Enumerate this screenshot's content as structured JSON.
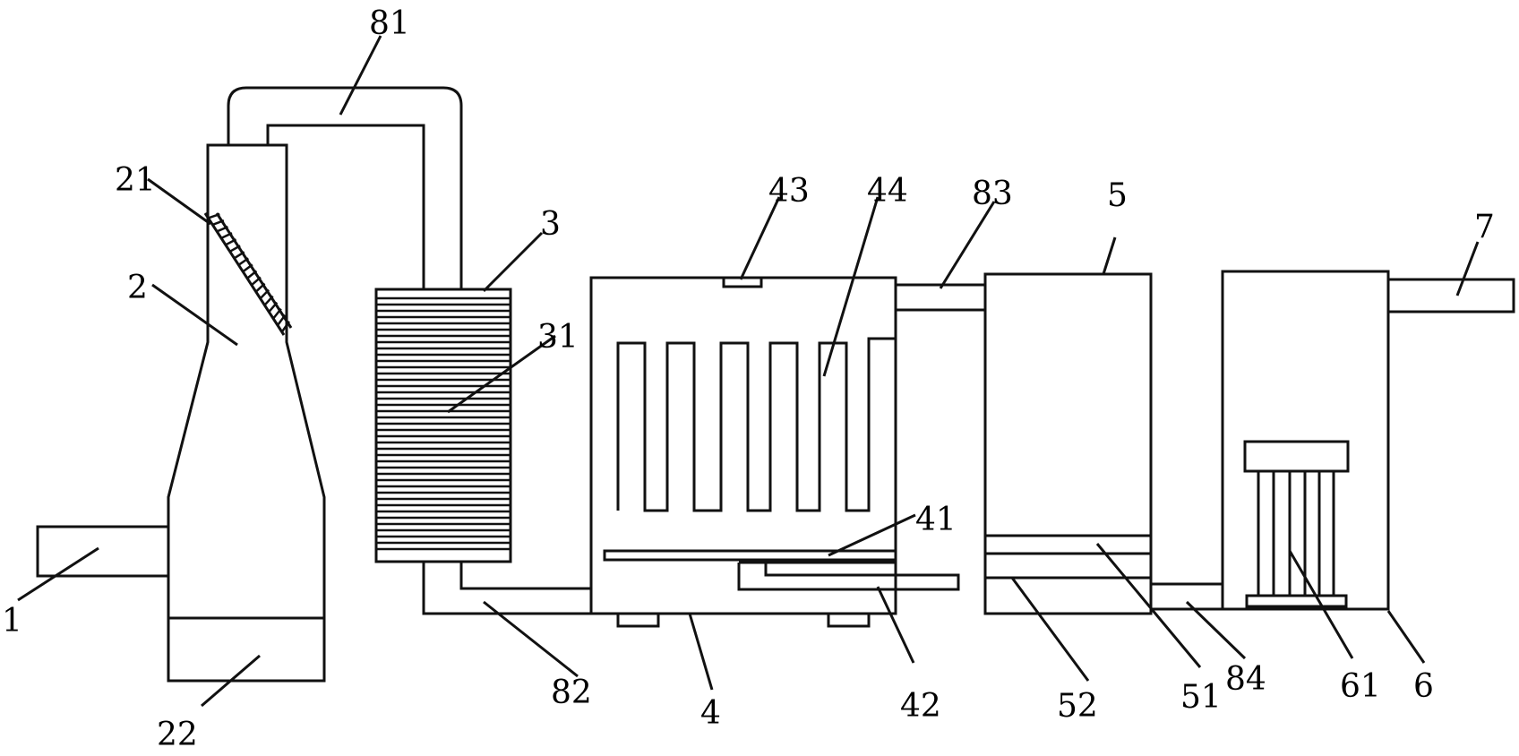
{
  "labels": {
    "l1": "1",
    "l2": "2",
    "l21": "21",
    "l22": "22",
    "l3": "3",
    "l31": "31",
    "l4": "4",
    "l41": "41",
    "l42": "42",
    "l43": "43",
    "l44": "44",
    "l5": "5",
    "l51": "51",
    "l52": "52",
    "l6": "6",
    "l61": "61",
    "l7": "7",
    "l81": "81",
    "l82": "82",
    "l83": "83",
    "l84": "84"
  }
}
